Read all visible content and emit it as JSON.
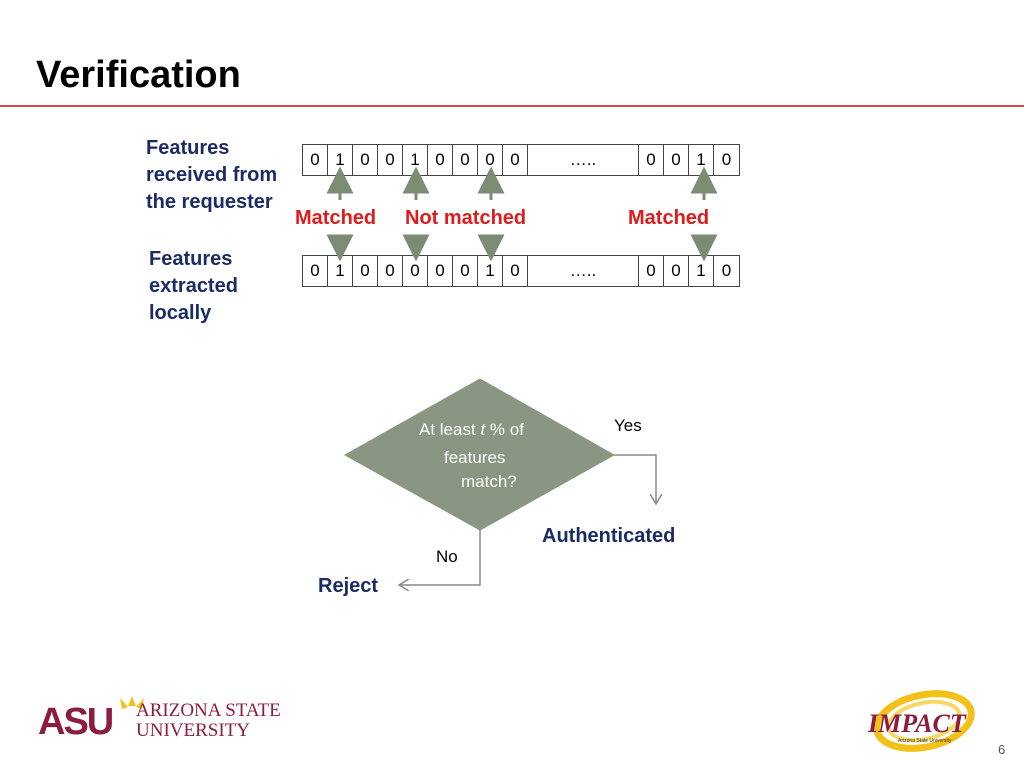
{
  "slide": {
    "title": "Verification",
    "page_number": "6"
  },
  "rows": {
    "received_label": [
      "Features",
      "received from",
      "the requester"
    ],
    "extracted_label": [
      "Features",
      "extracted",
      "locally"
    ],
    "received_bits": [
      "0",
      "1",
      "0",
      "0",
      "1",
      "0",
      "0",
      "0",
      "0",
      "…..",
      "0",
      "0",
      "1",
      "0"
    ],
    "extracted_bits": [
      "0",
      "1",
      "0",
      "0",
      "0",
      "0",
      "0",
      "1",
      "0",
      "…..",
      "0",
      "0",
      "1",
      "0"
    ]
  },
  "comparisons": {
    "first": "Matched",
    "second": "Not matched",
    "third": "Matched"
  },
  "decision": {
    "question_prefix": "At least",
    "question_var": "t",
    "question_suffix": "% of",
    "question_line2": "features",
    "question_line3": "match?",
    "yes_label": "Yes",
    "no_label": "No",
    "yes_outcome": "Authenticated",
    "no_outcome": "Reject"
  },
  "logos": {
    "asu_mark": "ASU",
    "asu_line1": "ARIZONA STATE",
    "asu_line2": "UNIVERSITY",
    "impact_word": "IMPACT",
    "impact_sub": "Arizona State University"
  },
  "colors": {
    "title_rule": "#d94a3a",
    "label_blue": "#1a2b66",
    "match_red": "#e01b1b",
    "diamond_fill": "#8a9681",
    "arrow_green": "#7c8b74",
    "asu_maroon": "#8c1d40",
    "impact_gold": "#f2c21b"
  }
}
